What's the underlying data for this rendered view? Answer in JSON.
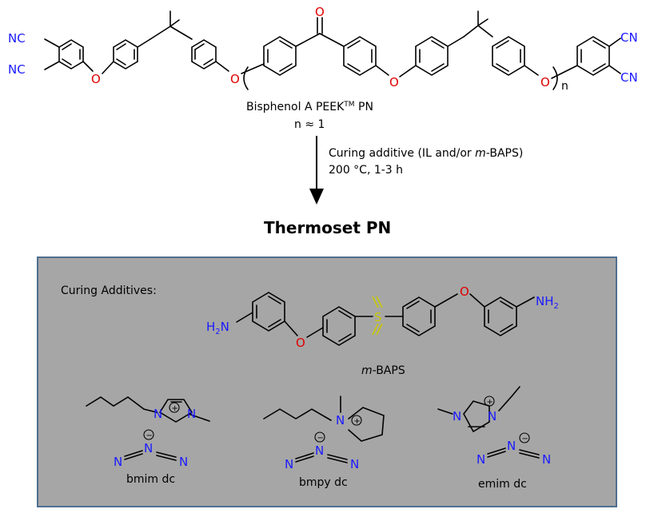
{
  "top": {
    "polymer_name": "Bisphenol A PEEK",
    "tm": "TM",
    "polymer_suffix": " PN",
    "repeat_approx": "n ≈ 1",
    "repeat_n": "n",
    "cn": "NC",
    "cn_right": "CN",
    "o": "O"
  },
  "reaction": {
    "line1_prefix": "Curing additive (IL and/or ",
    "line1_italic": "m",
    "line1_suffix": "-BAPS)",
    "line2": "200 °C, 1-3 h"
  },
  "product": {
    "title": "Thermoset PN"
  },
  "panel": {
    "heading": "Curing Additives:",
    "baps_label_italic": "m",
    "baps_label_rest": "-BAPS",
    "nh2": "NH",
    "nh2_sub": "2",
    "h2n": "H",
    "h2n_sub": "2",
    "h2n_n": "N",
    "s": "S",
    "o": "O",
    "n": "N",
    "plus": "+",
    "minus": "−",
    "ionic_liquids": [
      "bmim dc",
      "bmpy dc",
      "emim dc"
    ]
  },
  "colors": {
    "panel_bg": "#a6a6a6",
    "panel_border": "#4f6f8f",
    "nitrogen": "#1a1aff",
    "oxygen": "#e00000",
    "sulfur": "#c8c800"
  }
}
